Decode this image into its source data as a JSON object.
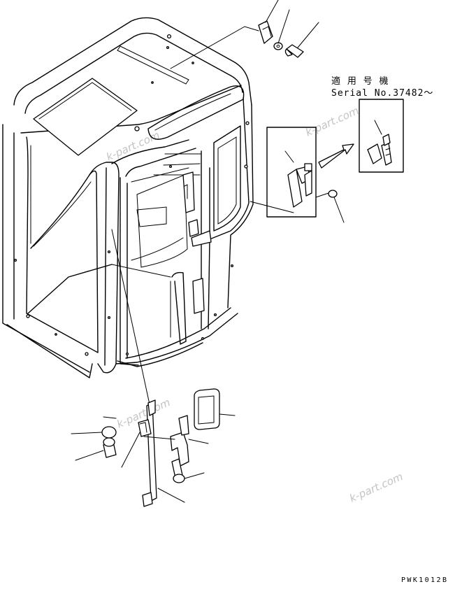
{
  "applicable_label": "適 用 号 機",
  "serial_label": "Serial No.37482～",
  "watermark_text": "k-part.com",
  "drawing_code": "PWK1012B",
  "colors": {
    "line": "#000000",
    "watermark": "#c4c4c4",
    "background": "#ffffff"
  }
}
